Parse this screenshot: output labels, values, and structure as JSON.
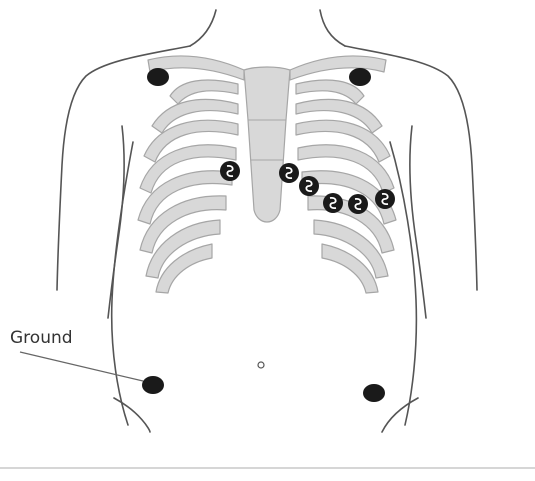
{
  "labels": {
    "ground": "Ground"
  },
  "colors": {
    "outline": "#555555",
    "bone_fill": "#d8d8d8",
    "bone_stroke": "#a6a6a6",
    "electrode": "#1a1a1a",
    "electrode_swirl": "#ffffff",
    "divider": "#c8c8c8",
    "leader_line": "#666666"
  },
  "electrodes": {
    "limb": [
      "right-shoulder",
      "left-shoulder",
      "right-abdomen",
      "left-abdomen"
    ],
    "chest": [
      "V1",
      "V2",
      "V3",
      "V4",
      "V5",
      "V6"
    ]
  }
}
